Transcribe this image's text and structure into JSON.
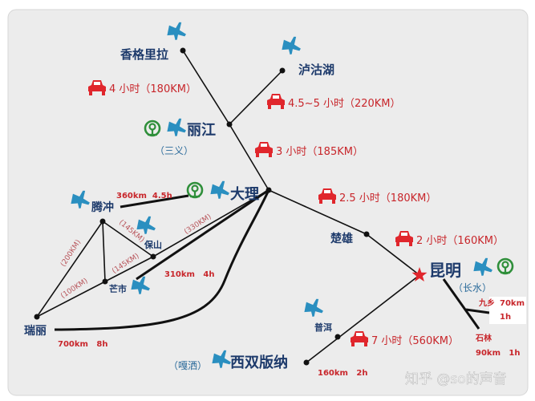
{
  "cities": {
    "shangrila": "香格里拉",
    "lugu_lake": "泸沽湖",
    "lijiang": "丽江",
    "lijiang_airport": "（三义）",
    "dali": "大理",
    "chuxiong": "楚雄",
    "kunming": "昆明",
    "kunming_airport": "（长水）",
    "puer": "普洱",
    "xishuangbanna": "西双版纳",
    "xishuangbanna_airport": "（嘎洒）",
    "tengchong": "腾冲",
    "baoshan": "保山",
    "mangshi": "芒市",
    "ruili": "瑞丽",
    "jiuxiang": "九乡",
    "shilin": "石林"
  },
  "drive_routes": [
    {
      "label": "4 小时（180KM）"
    },
    {
      "label": "4.5~5 小时（220KM）"
    },
    {
      "label": "3 小时（185KM）"
    },
    {
      "label": "2.5 小时（180KM）"
    },
    {
      "label": "2 小时（160KM）"
    },
    {
      "label": "7 小时（560KM）"
    }
  ],
  "red_labels": {
    "tengchong_dali": "360km  4.5h",
    "dali_mangshi": "310km   4h",
    "ruili_dali": "700km   8h",
    "banna_puer": "160km   2h",
    "jiuxiang": "70km",
    "jiuxiang_time": "1h",
    "shilin": "90km   1h"
  },
  "distance_labels": {
    "tengchong_ruili": "(200KM)",
    "mangshi_ruili": "(100KM)",
    "tengchong_baoshan": "(145KM)",
    "mangshi_baoshan": "(145KM)",
    "baoshan_dali": "(330KM)"
  },
  "watermark": "知乎 @so的声音",
  "colors": {
    "car": "#e0262c",
    "plane": "#2a8fc0",
    "rail": "#2f8f3a",
    "star": "#e0262c",
    "route": "#111111"
  }
}
